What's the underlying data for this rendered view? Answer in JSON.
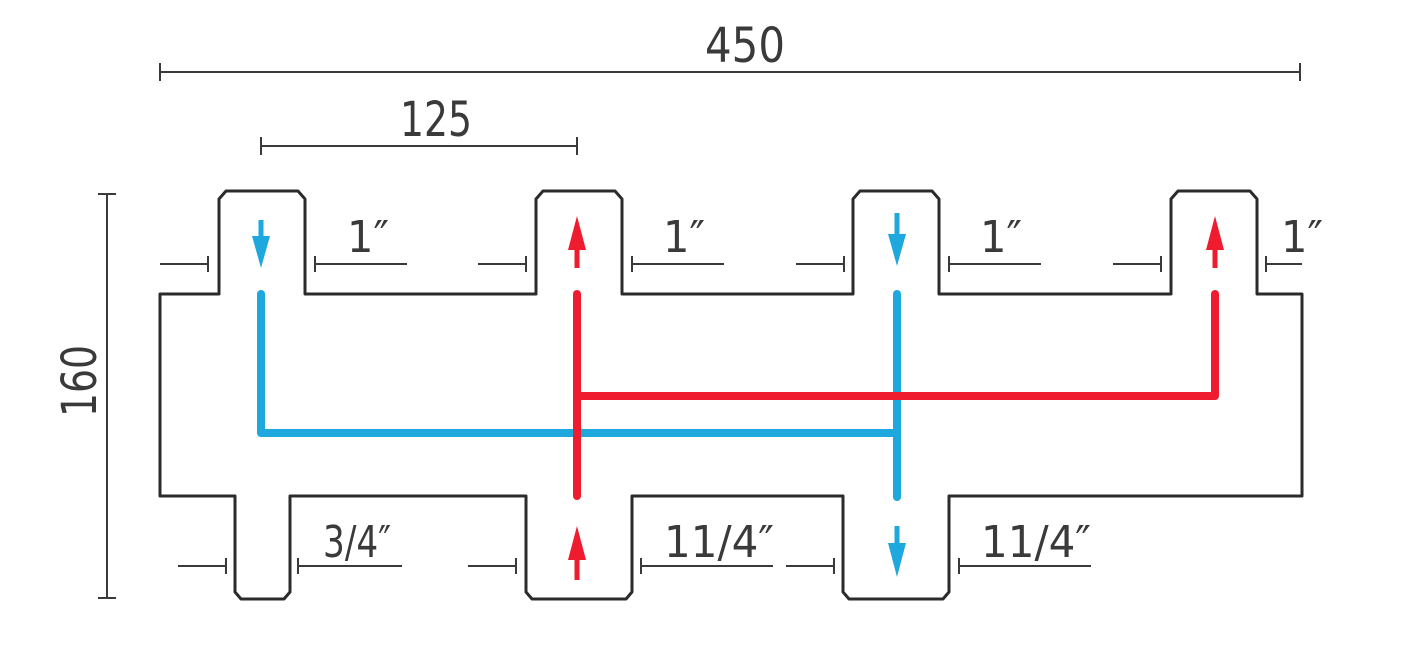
{
  "dimensions": {
    "total_length": "450",
    "spacing": "125",
    "height": "160"
  },
  "top_ports": [
    {
      "size": "1″",
      "flow": "down"
    },
    {
      "size": "1″",
      "flow": "up"
    },
    {
      "size": "1″",
      "flow": "down"
    },
    {
      "size": "1″",
      "flow": "up"
    }
  ],
  "bottom_ports": [
    {
      "size": "3/4″"
    },
    {
      "size": "11/4″",
      "flow": "up"
    },
    {
      "size": "11/4″",
      "flow": "down"
    }
  ],
  "colors": {
    "cold": "#1ea8de",
    "hot": "#ee1c2e",
    "outline": "#2b2b2b",
    "dimension": "#3a3a3a"
  }
}
